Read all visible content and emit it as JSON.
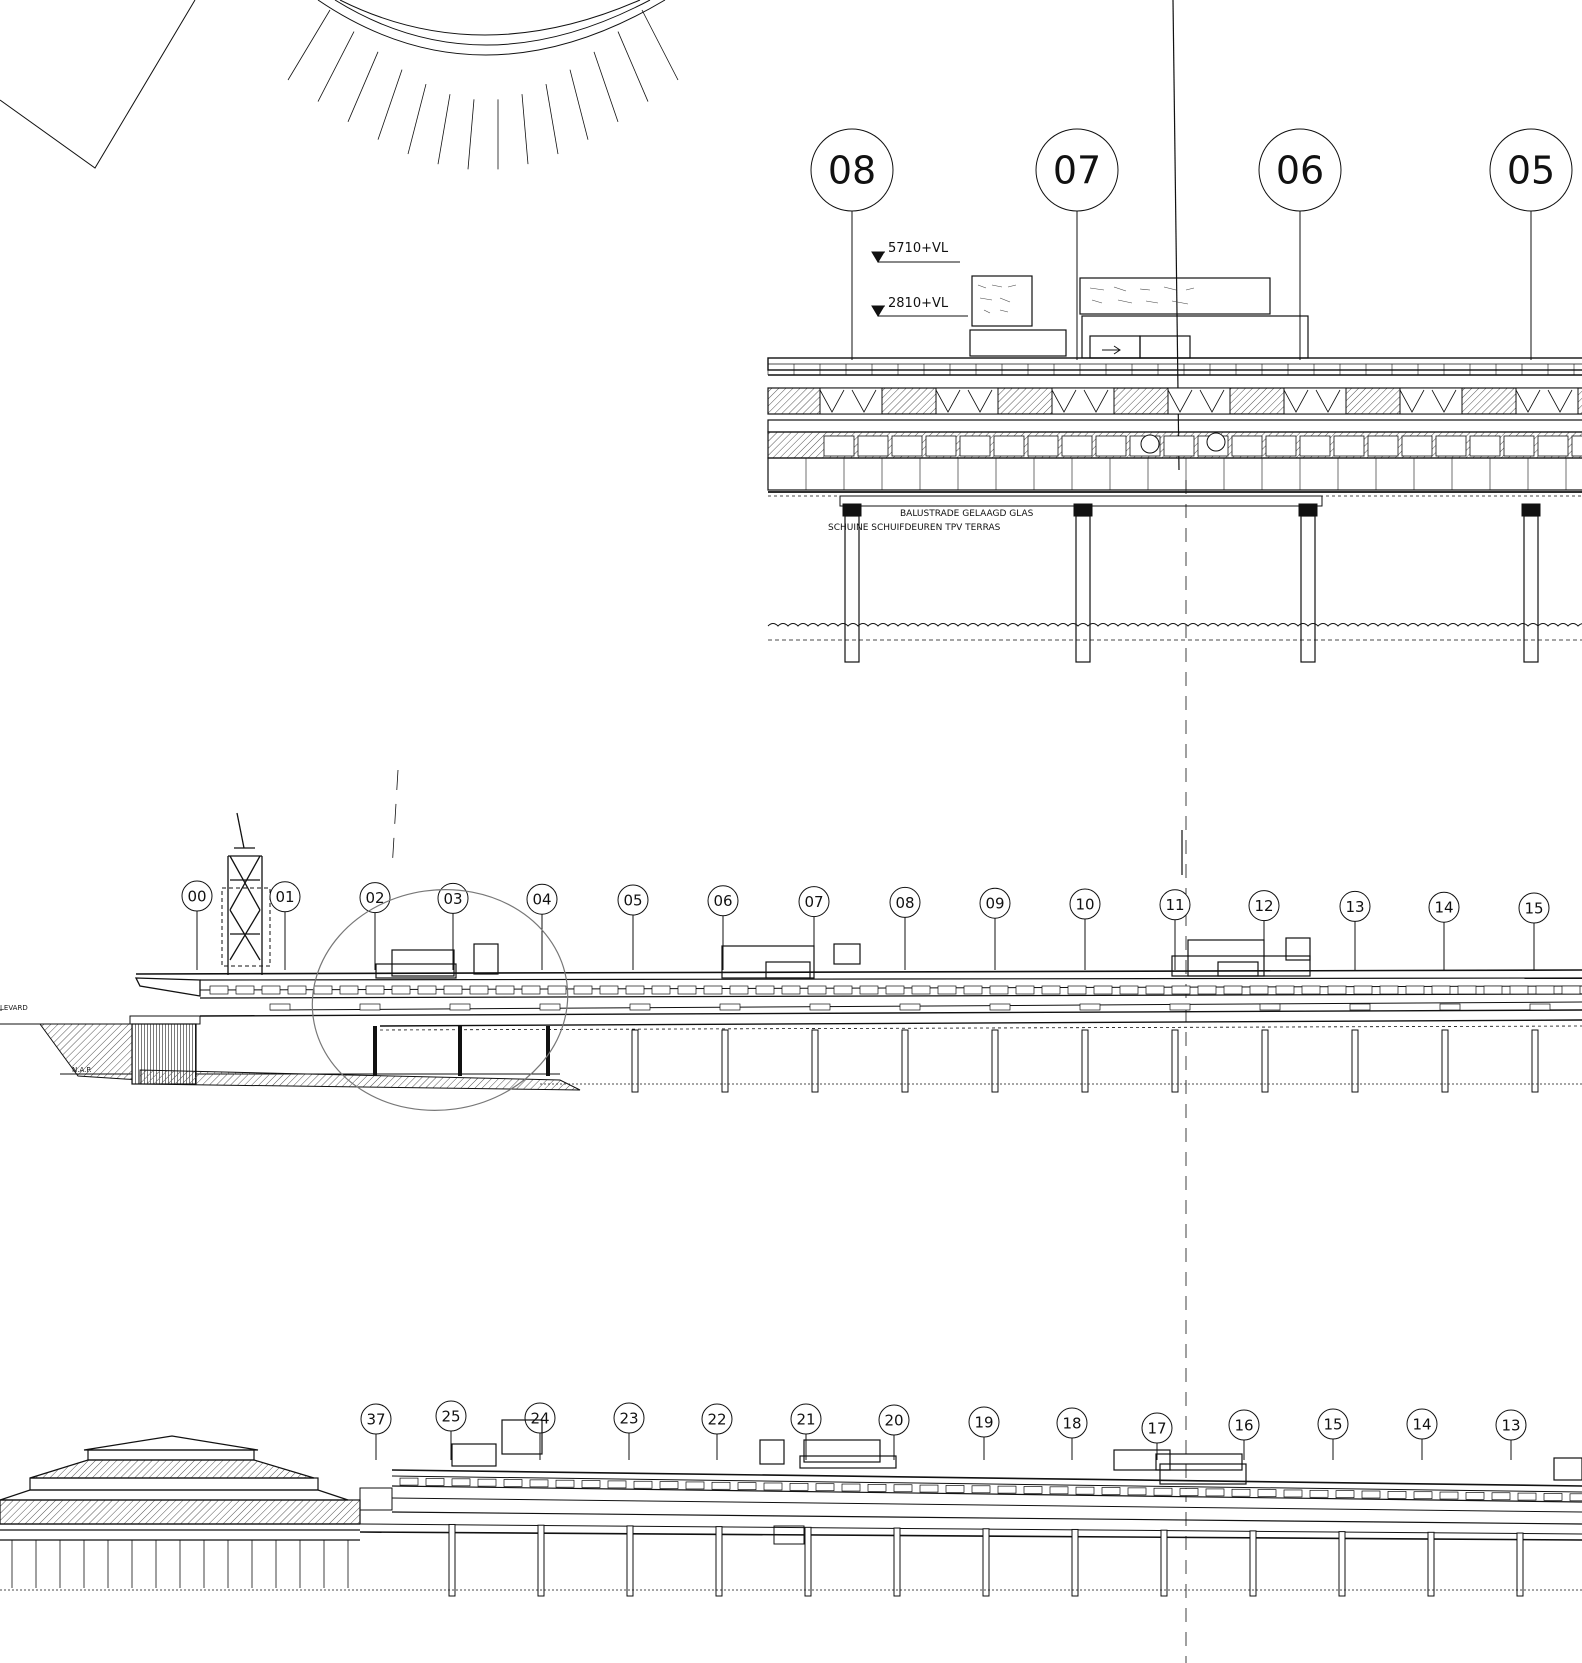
{
  "detail_elevation": {
    "grid_labels": [
      "08",
      "07",
      "06",
      "05"
    ],
    "levels": [
      {
        "label": "5710+VL"
      },
      {
        "label": "2810+VL"
      }
    ],
    "notes": [
      "BALUSTRADE  GELAAGD GLAS",
      "SCHUINE  SCHUIFDEUREN  TPV  TERRAS"
    ]
  },
  "middle_elevation": {
    "grid_labels": [
      "00",
      "01",
      "02",
      "03",
      "04",
      "05",
      "06",
      "07",
      "08",
      "09",
      "10",
      "11",
      "12",
      "13",
      "14",
      "15"
    ],
    "boulevard_label": "LEVARD",
    "nap_label": "N.A.P."
  },
  "bottom_elevation": {
    "grid_labels": [
      "37",
      "25",
      "24",
      "23",
      "22",
      "21",
      "20",
      "19",
      "18",
      "17",
      "16",
      "15",
      "14",
      "13"
    ]
  },
  "colors": {
    "ink": "#111111",
    "paper": "#ffffff",
    "hatch": "#555555",
    "annotation_pencil": "#777777"
  }
}
